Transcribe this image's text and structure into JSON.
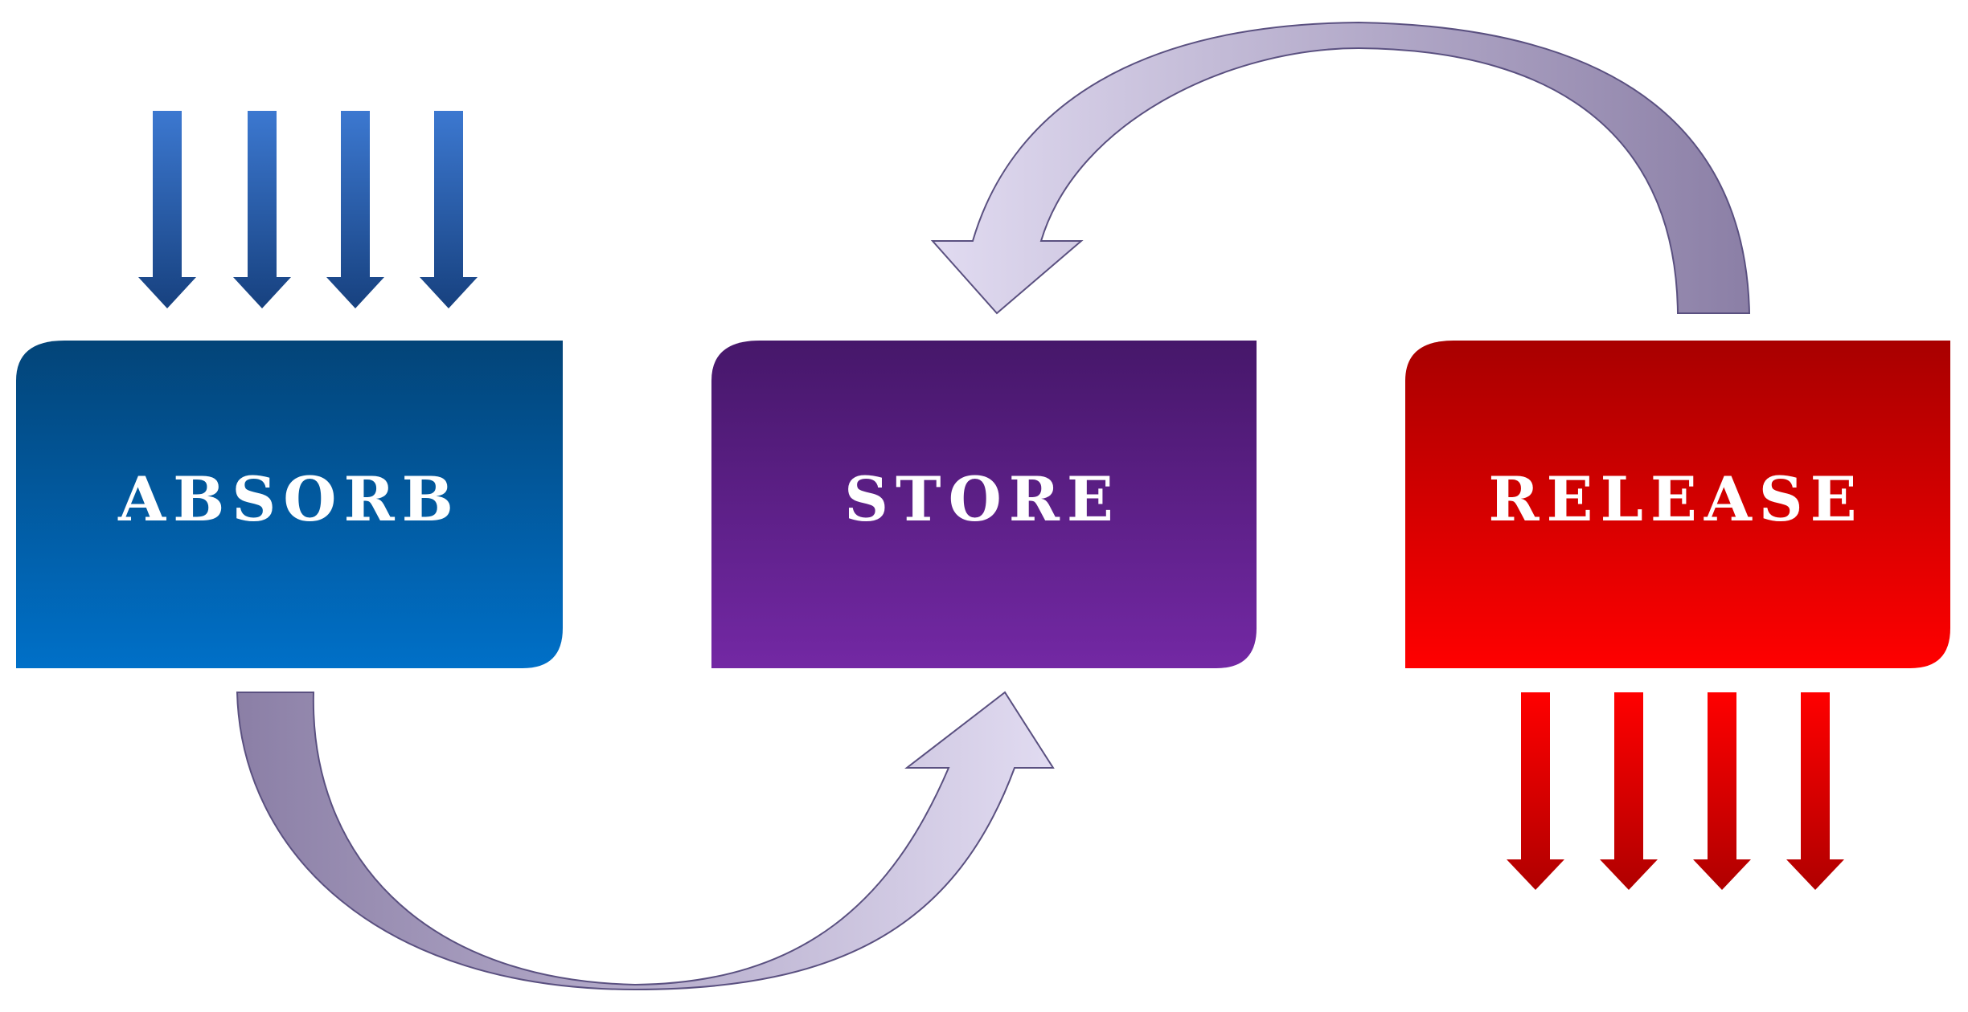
{
  "boxes": [
    {
      "id": "absorb",
      "label": "ABSORB",
      "color_top": "#034478",
      "color_bottom": "#0070C8"
    },
    {
      "id": "store",
      "label": "STORE",
      "color_top": "#46176A",
      "color_bottom": "#7328A4"
    },
    {
      "id": "release",
      "label": "RELEASE",
      "color_top": "#A80000",
      "color_bottom": "#FF0000"
    }
  ],
  "arrows": {
    "incoming": {
      "count": 4,
      "color_top": "#3C78D0",
      "color_bottom": "#17417F"
    },
    "outgoing": {
      "count": 4,
      "color_top": "#FF0000",
      "color_bottom": "#B00000"
    },
    "cycle": {
      "color_light": "#E1DBF1",
      "color_dark": "#8B7FA6",
      "stroke": "#5A5080"
    }
  }
}
